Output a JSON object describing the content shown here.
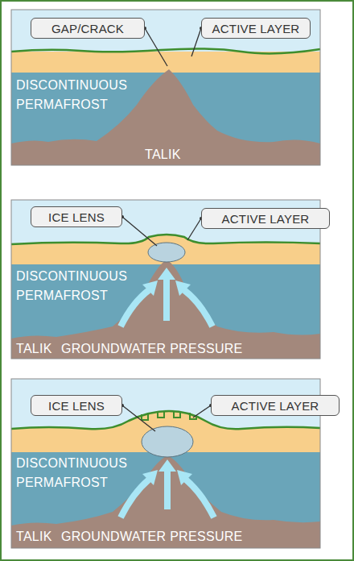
{
  "diagram": {
    "nodes": [
      {
        "text": [
          "GAP/CRACK"
        ]
      },
      {
        "text": [
          "ACTIVE LAYER"
        ]
      },
      {
        "text": [
          "ICE LENS"
        ]
      },
      {
        "text": [
          "ACTIVE LAYER"
        ]
      },
      {
        "text": [
          "ICE LENS"
        ]
      },
      {
        "text": [
          "ACTIVE LAYER"
        ]
      }
    ],
    "labels": [
      "DISCONTINUOUS PERMAFROST",
      "TALIK",
      "DISCONTINUOUS PERMAFROST",
      "TALIK",
      "GROUNDWATER PRESSURE",
      "DISCONTINUOUS PERMAFROST",
      "TALIK",
      "GROUNDWATER PRESSURE"
    ]
  }
}
